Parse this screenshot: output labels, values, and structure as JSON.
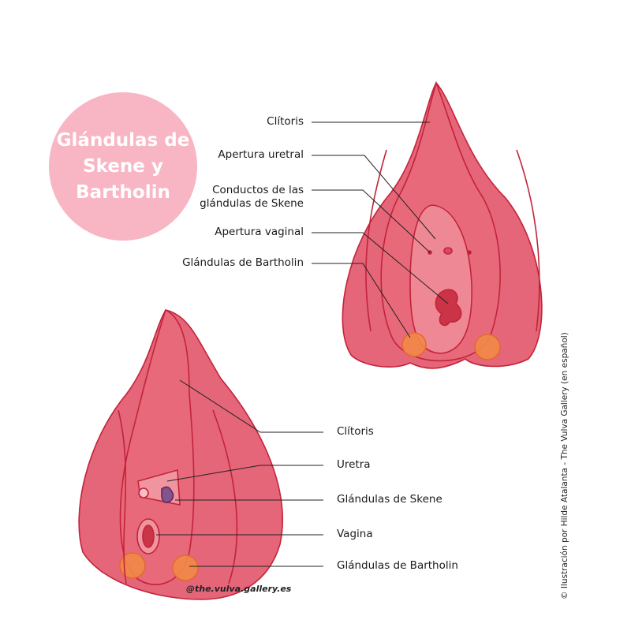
{
  "title": "Glándulas de Skene y Bartholin",
  "top_labels": {
    "clitoris": "Clítoris",
    "urethral_opening": "Apertura uretral",
    "skene_ducts_line1": "Conductos de las",
    "skene_ducts_line2": "glándulas de Skene",
    "vaginal_opening": "Apertura vaginal",
    "bartholin": "Glándulas de Bartholin"
  },
  "bottom_labels": {
    "clitoris": "Clítoris",
    "urethra": "Uretra",
    "skene": "Glándulas de Skene",
    "vagina": "Vagina",
    "bartholin": "Glándulas de Bartholin"
  },
  "handle": "@the.vulva.gallery.es",
  "credit": "© Ilustración por Hilde Atalanta - The Vulva Gallery (en español)",
  "colors": {
    "title_circle": "#f8b5c4",
    "tissue": "#e04a5c",
    "tissue_dark": "#c92a3e",
    "gland": "#f28a48"
  }
}
